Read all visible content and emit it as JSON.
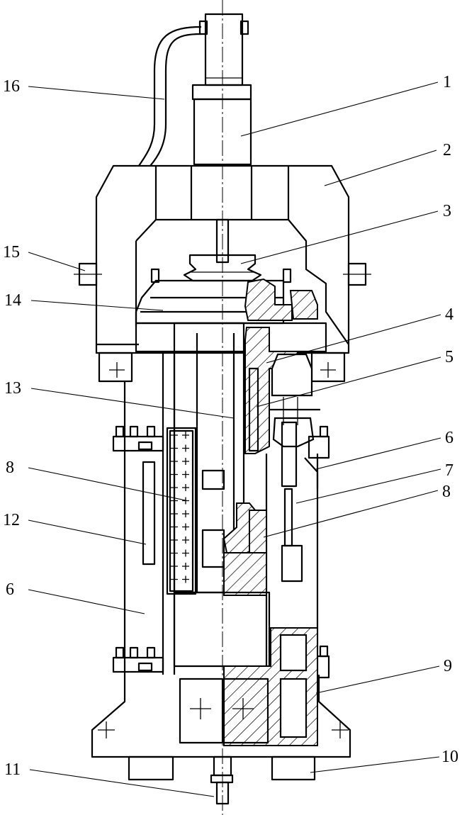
{
  "labels": {
    "l1": "1",
    "l2": "2",
    "l3": "3",
    "l4": "4",
    "l5": "5",
    "l6r": "6",
    "l7": "7",
    "l8r": "8",
    "l9": "9",
    "l10": "10",
    "l11": "11",
    "l12": "12",
    "l13": "13",
    "l14": "14",
    "l15": "15",
    "l16": "16",
    "l8l": "8",
    "l6l": "6"
  }
}
